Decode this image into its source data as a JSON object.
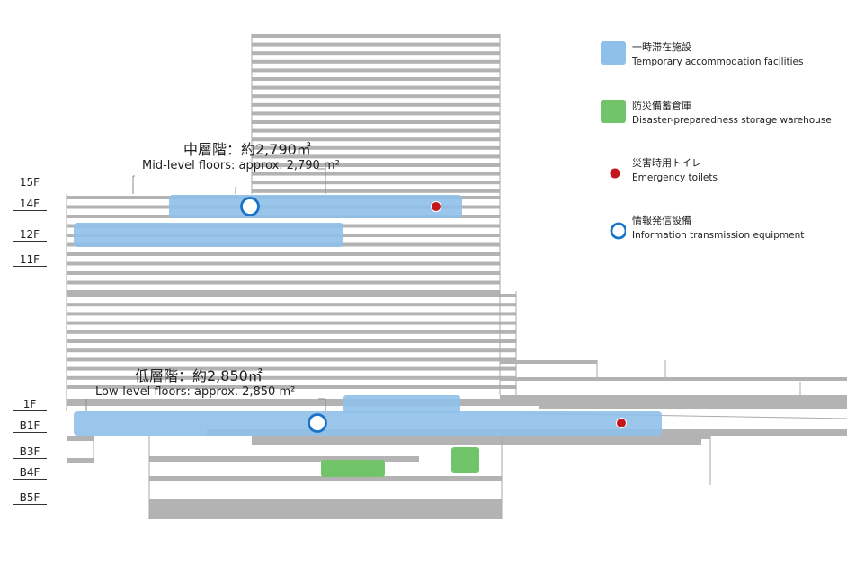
{
  "legend": {
    "accommodation": {
      "ja": "一時滞在施設",
      "en": "Temporary accommodation facilities",
      "icon": "blue-area-swatch",
      "color": "#8fc0ea"
    },
    "storage": {
      "ja": "防災備蓄倉庫",
      "en": "Disaster-preparedness storage warehouse",
      "icon": "green-area-swatch",
      "color": "#72c46a"
    },
    "toilets": {
      "ja": "災害時用トイレ",
      "en": "Emergency toilets",
      "icon": "red-dot-icon",
      "color": "#c4161c"
    },
    "info": {
      "ja": "情報発信設備",
      "en": "Information transmission equipment",
      "icon": "blue-ring-icon",
      "color": "#1a73c9"
    }
  },
  "callouts": {
    "mid": {
      "ja": "中層階：約2,790㎡",
      "en": "Mid-level floors: approx. 2,790 m²"
    },
    "low": {
      "ja": "低層階：約2,850㎡",
      "en": "Low-level floors: approx. 2,850 m²"
    }
  },
  "floors": {
    "f15": "15F",
    "f14": "14F",
    "f12": "12F",
    "f11": "11F",
    "f1": "1F",
    "b1": "B1F",
    "b3": "B3F",
    "b4": "B4F",
    "b5": "B5F"
  }
}
